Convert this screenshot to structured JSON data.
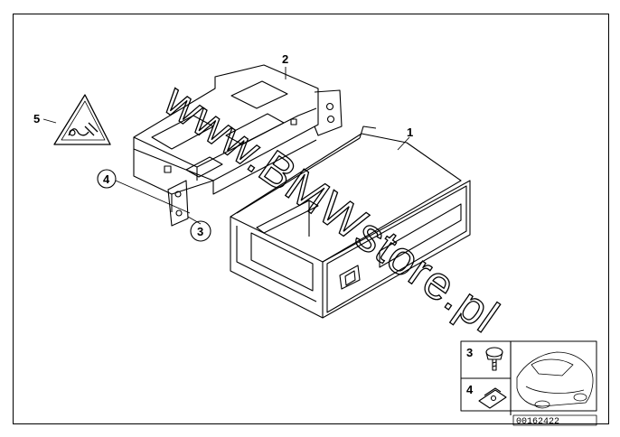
{
  "diagram": {
    "callouts": [
      {
        "id": "callout-1",
        "label": "1"
      },
      {
        "id": "callout-2",
        "label": "2"
      },
      {
        "id": "callout-3",
        "label": "3"
      },
      {
        "id": "callout-4",
        "label": "4"
      },
      {
        "id": "callout-5",
        "label": "5"
      }
    ],
    "inset": {
      "screw_label": "3",
      "clip_label": "4",
      "catalog_number": "00162422"
    },
    "watermark": "www.BMWstore.pl"
  }
}
